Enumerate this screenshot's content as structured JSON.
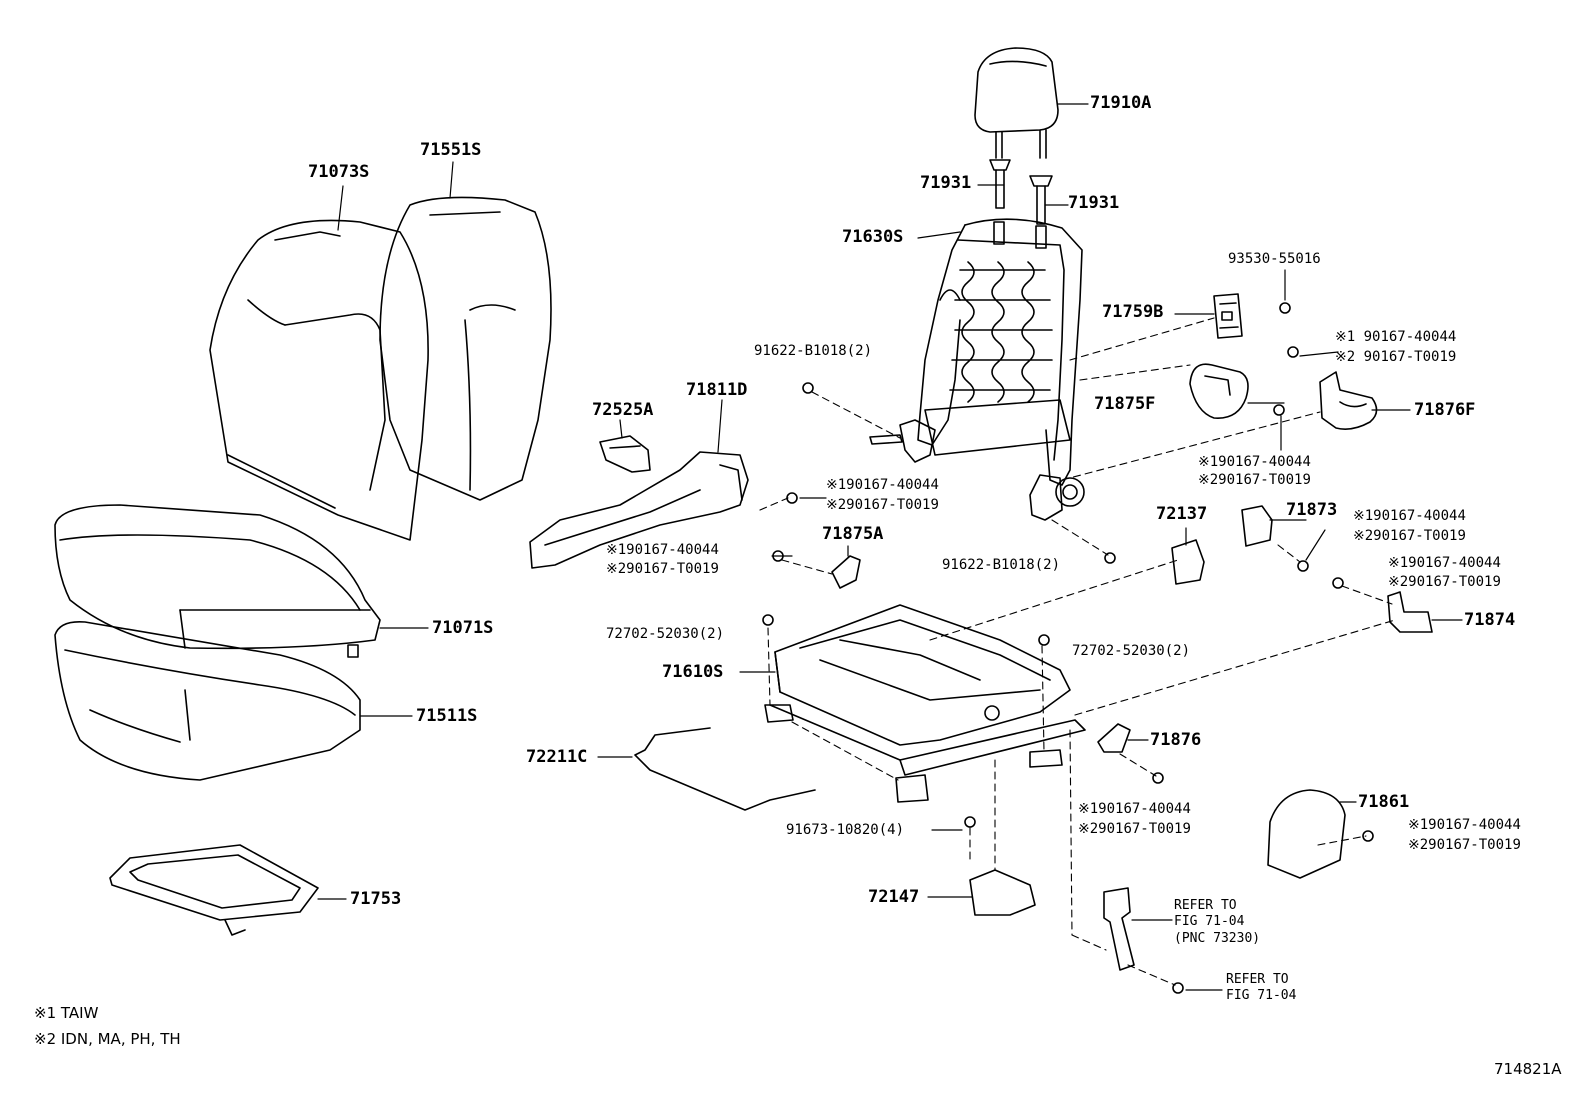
{
  "labels": {
    "p71910a": "71910A",
    "p71931a": "71931",
    "p71931b": "71931",
    "p71630s": "71630S",
    "p93530": "93530-55016",
    "p71759b": "71759B",
    "p91622a": "91622-B1018(2)",
    "p71875f": "71875F",
    "p71876f": "71876F",
    "n1a": "※1 90167-40044",
    "n1b": "※2 90167-T0019",
    "n2a": "※190167-40044",
    "n2b": "※290167-T0019",
    "p71073s": "71073S",
    "p71551s": "71551S",
    "p72525a": "72525A",
    "p71811d": "71811D",
    "n3a": "※190167-40044",
    "n3b": "※290167-T0019",
    "n4a": "※190167-40044",
    "n4b": "※290167-T0019",
    "p71875a": "71875A",
    "p91622b": "91622-B1018(2)",
    "p72137": "72137",
    "p71873": "71873",
    "n5a": "※190167-40044",
    "n5b": "※290167-T0019",
    "n6a": "※190167-40044",
    "n6b": "※290167-T0019",
    "p71874": "71874",
    "p71071s": "71071S",
    "p72702a": "72702-52030(2)",
    "p72702b": "72702-52030(2)",
    "p71610s": "71610S",
    "p71511s": "71511S",
    "p72211c": "72211C",
    "p71876": "71876",
    "n7a": "※190167-40044",
    "n7b": "※290167-T0019",
    "p71861": "71861",
    "n8a": "※190167-40044",
    "n8b": "※290167-T0019",
    "p91673": "91673-10820(4)",
    "p72147": "72147",
    "p71753": "71753",
    "ref1": "REFER TO\nFIG 71-04\n(PNC 73230)",
    "ref2": "REFER TO\nFIG 71-04"
  },
  "legend": {
    "note1": "※1  TAIW",
    "note2": "※2  IDN, MA, PH, TH"
  },
  "figure_id": "714821A"
}
